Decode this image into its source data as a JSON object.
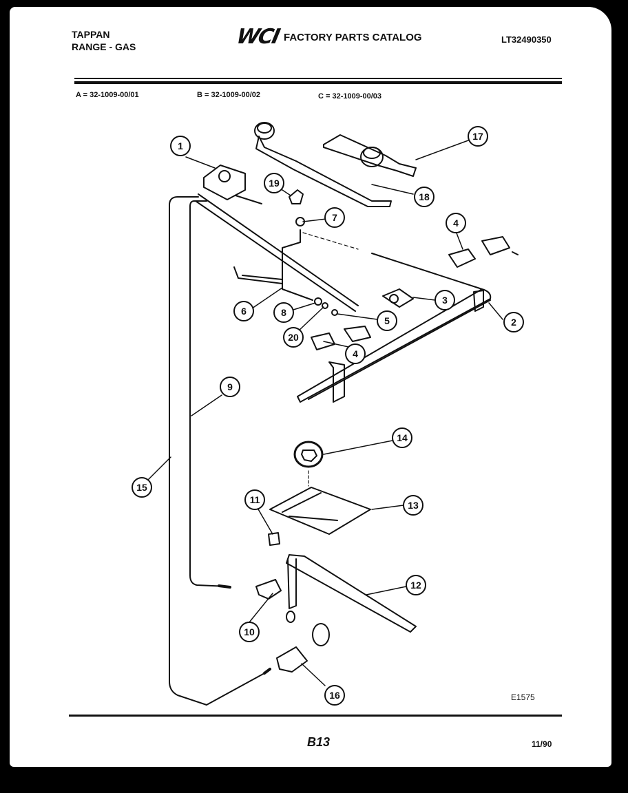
{
  "header": {
    "brand_line1": "TAPPAN",
    "brand_line2": "RANGE - GAS",
    "logo": "WCI",
    "catalog_title": "FACTORY PARTS CATALOG",
    "catalog_number": "LT32490350"
  },
  "models": {
    "a": "A = 32-1009-00/01",
    "b": "B = 32-1009-00/02",
    "c": "C = 32-1009-00/03"
  },
  "diagram": {
    "callouts": [
      "1",
      "2",
      "3",
      "4",
      "4",
      "5",
      "6",
      "7",
      "8",
      "9",
      "10",
      "11",
      "12",
      "13",
      "14",
      "15",
      "16",
      "17",
      "18",
      "19",
      "20"
    ],
    "figure_code": "E1575"
  },
  "footer": {
    "page": "B13",
    "date": "11/90"
  }
}
